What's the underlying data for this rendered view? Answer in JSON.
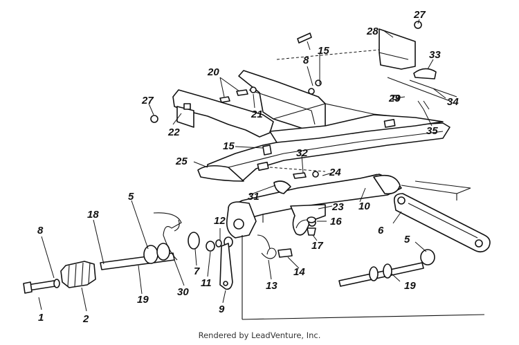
{
  "diagram": {
    "labels": {
      "l1": "1",
      "l2": "2",
      "l5a": "5",
      "l5b": "5",
      "l6": "6",
      "l7": "7",
      "l8a": "8",
      "l8b": "8",
      "l9": "9",
      "l10": "10",
      "l11": "11",
      "l12": "12",
      "l13": "13",
      "l14": "14",
      "l15a": "15",
      "l15b": "15",
      "l16": "16",
      "l17": "17",
      "l18": "18",
      "l19a": "19",
      "l19b": "19",
      "l20": "20",
      "l21": "21",
      "l22": "22",
      "l23": "23",
      "l24": "24",
      "l25": "25",
      "l27a": "27",
      "l27b": "27",
      "l28": "28",
      "l29": "29",
      "l30": "30",
      "l31": "31",
      "l32": "32",
      "l33": "33",
      "l34": "34",
      "l35": "35"
    }
  },
  "footer": "Rendered by LeadVenture, Inc."
}
